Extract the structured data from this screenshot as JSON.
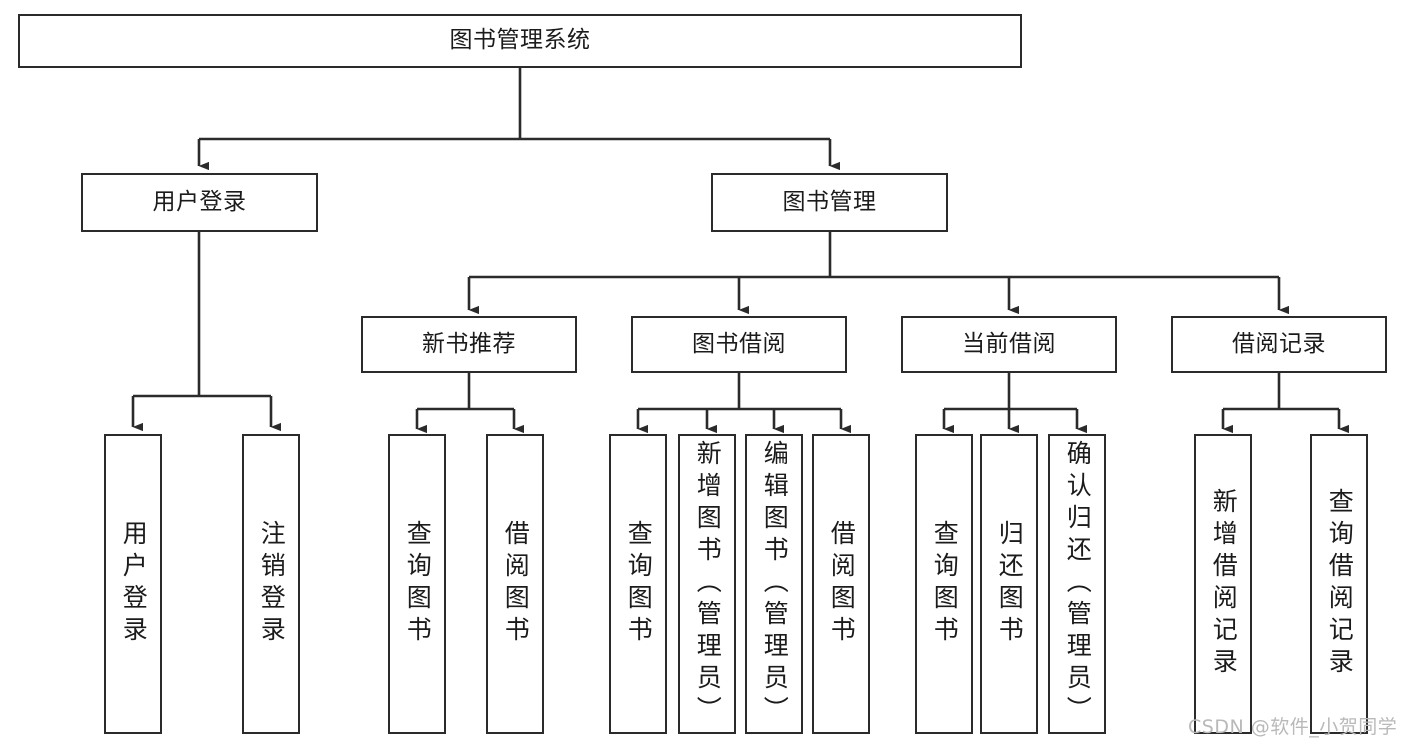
{
  "diagram": {
    "title": "图书管理系统",
    "type": "tree-hierarchy-diagram",
    "colors": {
      "box_border": "#2b2b2b",
      "box_fill": "#ffffff",
      "edge": "#2b2b2b",
      "text": "#1b1b1b",
      "watermark": "#b9b9b9",
      "background": "#ffffff"
    },
    "nodes": {
      "root": {
        "label": "图书管理系统"
      },
      "level2": [
        {
          "label": "用户登录"
        },
        {
          "label": "图书管理"
        }
      ],
      "level3": [
        {
          "label": "新书推荐"
        },
        {
          "label": "图书借阅"
        },
        {
          "label": "当前借阅"
        },
        {
          "label": "借阅记录"
        }
      ],
      "leaves_user_login": [
        {
          "label": "用户登录"
        },
        {
          "label": "注销登录"
        }
      ],
      "leaves_new_book": [
        {
          "label": "查询图书"
        },
        {
          "label": "借阅图书"
        }
      ],
      "leaves_borrow": [
        {
          "label": "查询图书"
        },
        {
          "label": "新增图书（管理员）"
        },
        {
          "label": "编辑图书（管理员）"
        },
        {
          "label": "借阅图书"
        }
      ],
      "leaves_current": [
        {
          "label": "查询图书"
        },
        {
          "label": "归还图书"
        },
        {
          "label": "确认归还（管理员）"
        }
      ],
      "leaves_records": [
        {
          "label": "新增借阅记录"
        },
        {
          "label": "查询借阅记录"
        }
      ]
    },
    "watermark": "CSDN @软件_小贺同学"
  }
}
